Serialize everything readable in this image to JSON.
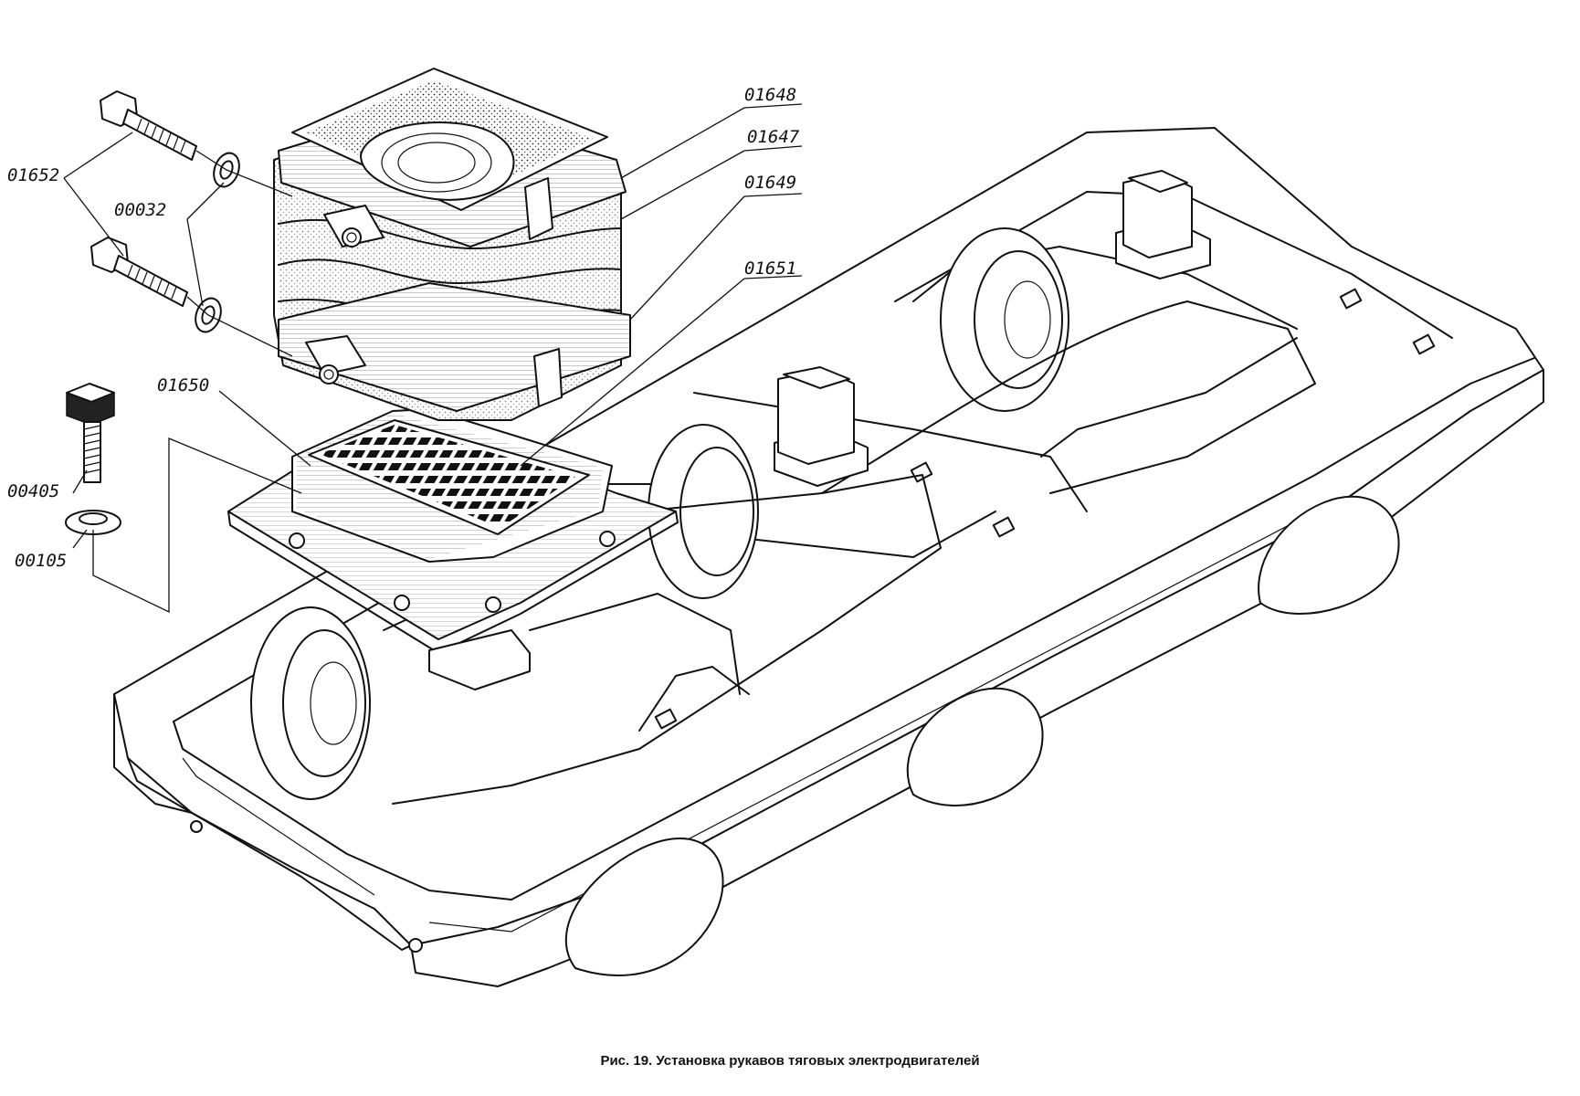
{
  "caption": "Рис. 19. Установка рукавов тяговых электродвигателей",
  "part_labels": {
    "p01648": "01648",
    "p01647": "01647",
    "p01649": "01649",
    "p01651": "01651",
    "p01652": "01652",
    "p00032": "00032",
    "p01650": "01650",
    "p00405": "00405",
    "p00105": "00105"
  }
}
